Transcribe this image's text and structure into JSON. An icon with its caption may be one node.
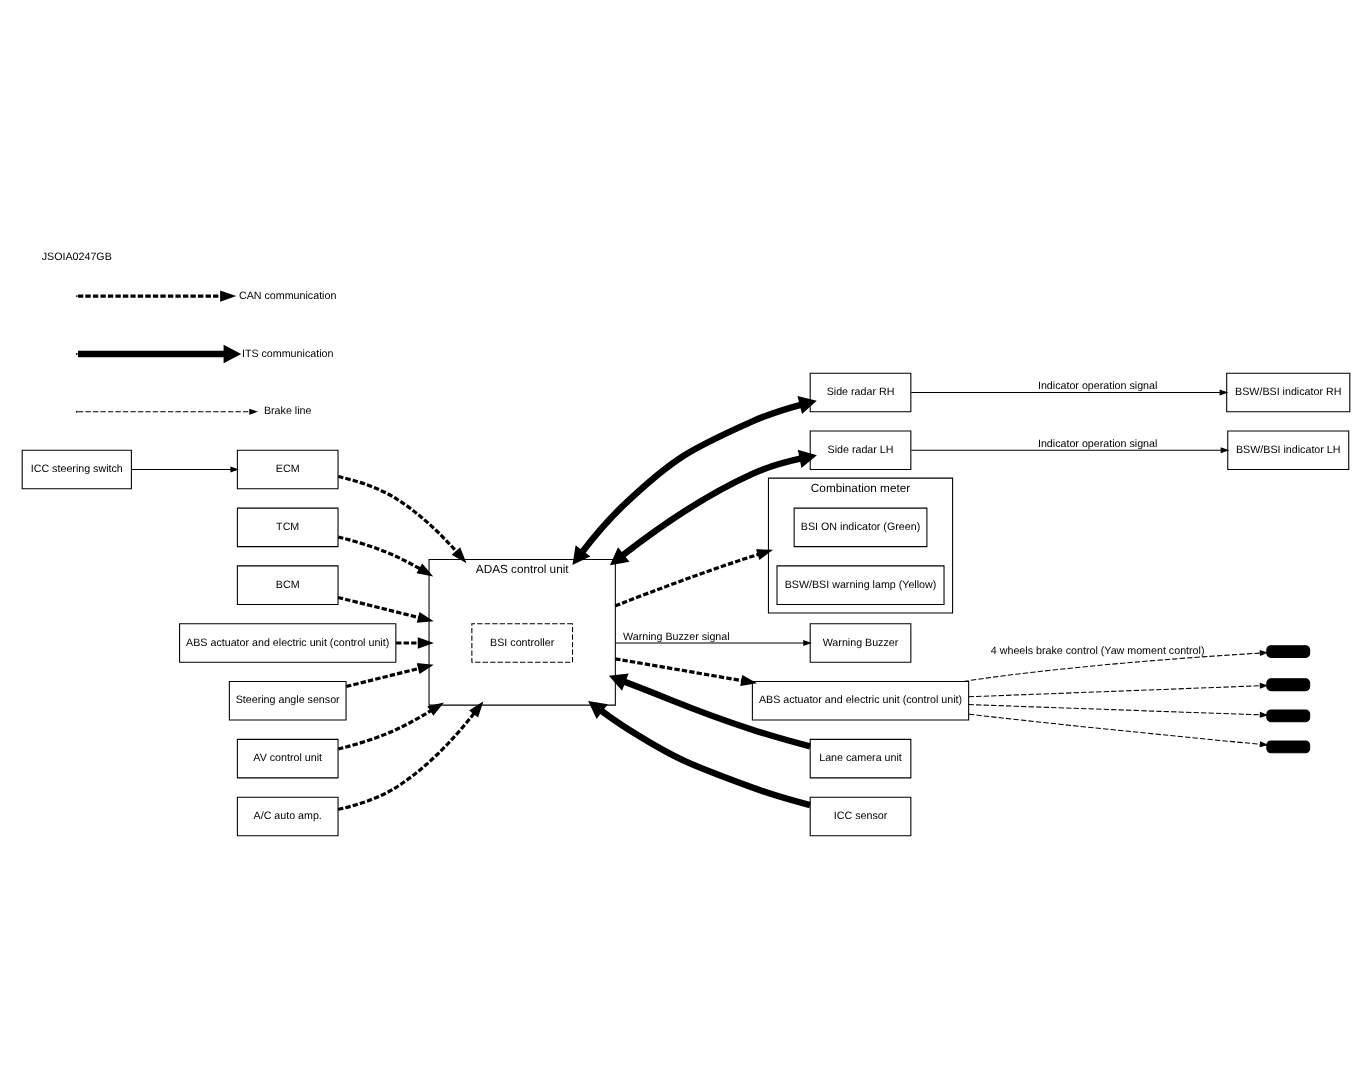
{
  "diagram": {
    "nodes": [
      {
        "text": [
          "ICC steering switch"
        ]
      },
      {
        "text": [
          "ECM"
        ]
      },
      {
        "text": [
          "TCM"
        ]
      },
      {
        "text": [
          "BCM"
        ]
      },
      {
        "text": [
          "ABS actuator and electric unit (control unit)"
        ]
      },
      {
        "text": [
          "Steering angle sensor"
        ]
      },
      {
        "text": [
          "AV control unit"
        ]
      },
      {
        "text": [
          "A/C auto amp."
        ]
      },
      {
        "text": [
          "ADAS control unit"
        ]
      },
      {
        "text": [
          "BSI controller"
        ],
        "in": 8
      },
      {
        "text": [
          "Side radar RH"
        ]
      },
      {
        "text": [
          "BSW/BSI indicator RH"
        ]
      },
      {
        "text": [
          "Side radar LH"
        ]
      },
      {
        "text": [
          "BSW/BSI indicator LH"
        ]
      },
      {
        "text": [
          "Lane camera unit"
        ]
      },
      {
        "text": [
          "ICC sensor"
        ]
      },
      {
        "text": [
          "Combination meter"
        ]
      },
      {
        "text": [
          "BSI ON indicator (Green)"
        ],
        "in": 16
      },
      {
        "text": [
          "BSW/BSI warning lamp (Yellow)"
        ],
        "in": 16
      },
      {
        "text": [
          "Warning Buzzer"
        ]
      },
      {
        "text": [
          "ABS actuator and electric unit (control unit)"
        ]
      },
      {
        "text": [],
        "shape": "bar"
      },
      {
        "text": [],
        "shape": "bar"
      },
      {
        "text": [],
        "shape": "bar"
      },
      {
        "text": [],
        "shape": "bar"
      }
    ],
    "edges": [
      {
        "from": 0,
        "to": 1,
        "arrow": "to"
      },
      {
        "from": 1,
        "to": 8,
        "arrow": "to",
        "style": "dashed"
      },
      {
        "from": 2,
        "to": 8,
        "arrow": "to",
        "style": "dashed"
      },
      {
        "from": 3,
        "to": 8,
        "arrow": "to",
        "style": "dashed"
      },
      {
        "from": 4,
        "to": 8,
        "arrow": "to",
        "style": "dashed"
      },
      {
        "from": 5,
        "to": 8,
        "arrow": "to",
        "style": "dashed"
      },
      {
        "from": 6,
        "to": 8,
        "arrow": "to",
        "style": "dashed"
      },
      {
        "from": 7,
        "to": 8,
        "arrow": "to",
        "style": "dashed"
      },
      {
        "from": 8,
        "to": 10,
        "arrow": "both",
        "style": "thick"
      },
      {
        "from": 10,
        "to": 11,
        "arrow": "to",
        "label": "Indicator operation signal"
      },
      {
        "from": 8,
        "to": 12,
        "arrow": "both",
        "style": "thick"
      },
      {
        "from": 12,
        "to": 13,
        "arrow": "to",
        "label": "Indicator operation signal"
      },
      {
        "from": 14,
        "to": 8,
        "arrow": "to",
        "style": "thick"
      },
      {
        "from": 15,
        "to": 8,
        "arrow": "to",
        "style": "thick"
      },
      {
        "from": 8,
        "to": 16,
        "arrow": "to",
        "style": "dashed"
      },
      {
        "from": 8,
        "to": 19,
        "arrow": "to",
        "label": "Warning Buzzer signal"
      },
      {
        "from": 8,
        "to": 20,
        "arrow": "to",
        "style": "dashed"
      },
      {
        "from": 20,
        "to": 21,
        "arrow": "to",
        "style": "dashed",
        "label": "4 wheels brake control (Yaw moment control)"
      },
      {
        "from": 20,
        "to": 22,
        "arrow": "to",
        "style": "dashed"
      },
      {
        "from": 20,
        "to": 23,
        "arrow": "to",
        "style": "dashed"
      },
      {
        "from": 20,
        "to": 24,
        "arrow": "to",
        "style": "dashed"
      }
    ],
    "labels": [
      "JSOIA0247GB"
    ],
    "legend": [
      {
        "text": "CAN communication"
      },
      {
        "text": "ITS communication"
      },
      {
        "text": "Brake line"
      }
    ]
  }
}
